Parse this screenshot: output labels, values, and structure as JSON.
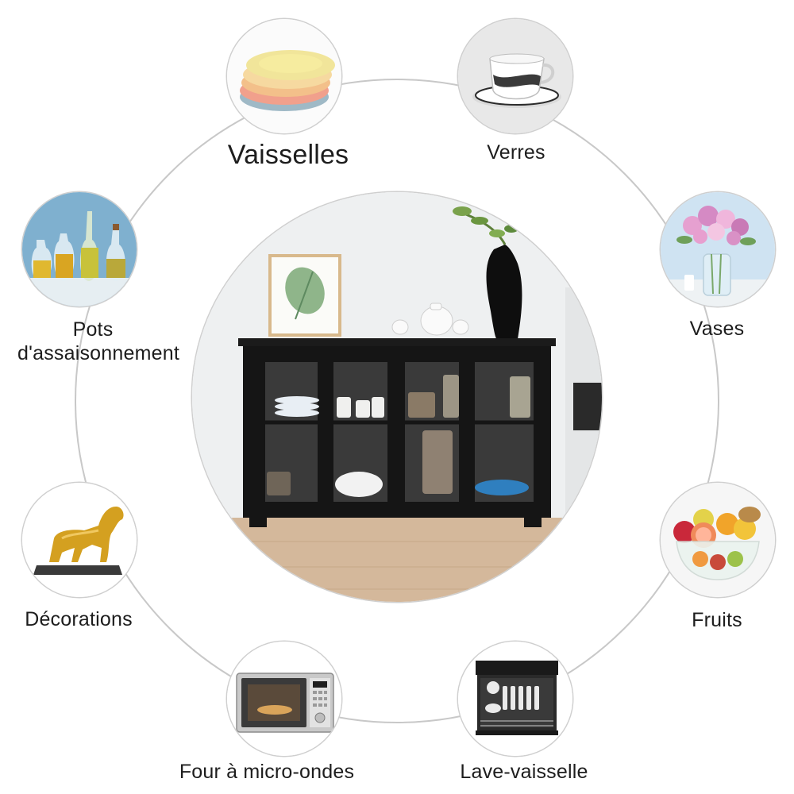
{
  "items": [
    {
      "label": "Vaisselles",
      "icon": "plates-icon"
    },
    {
      "label": "Verres",
      "icon": "cup-and-saucer-icon"
    },
    {
      "label": "Vases",
      "icon": "flower-vase-icon"
    },
    {
      "label": "Fruits",
      "icon": "fruit-bowl-icon"
    },
    {
      "label": "Lave-vaisselle",
      "icon": "dishwasher-icon"
    },
    {
      "label": "Four à micro-ondes",
      "icon": "microwave-icon"
    },
    {
      "label": "Décorations",
      "icon": "horse-statue-icon"
    },
    {
      "label": "Pots d'assaisonnement",
      "label_lines": [
        "Pots",
        "d'assaisonnement"
      ],
      "icon": "oil-bottles-icon"
    }
  ],
  "center_image": "sideboard-cabinet-photo",
  "colors": {
    "ring": "#c8c8c8",
    "cabinet": "#151515",
    "wall": "#eef0f1",
    "floor": "#d4b89b"
  }
}
